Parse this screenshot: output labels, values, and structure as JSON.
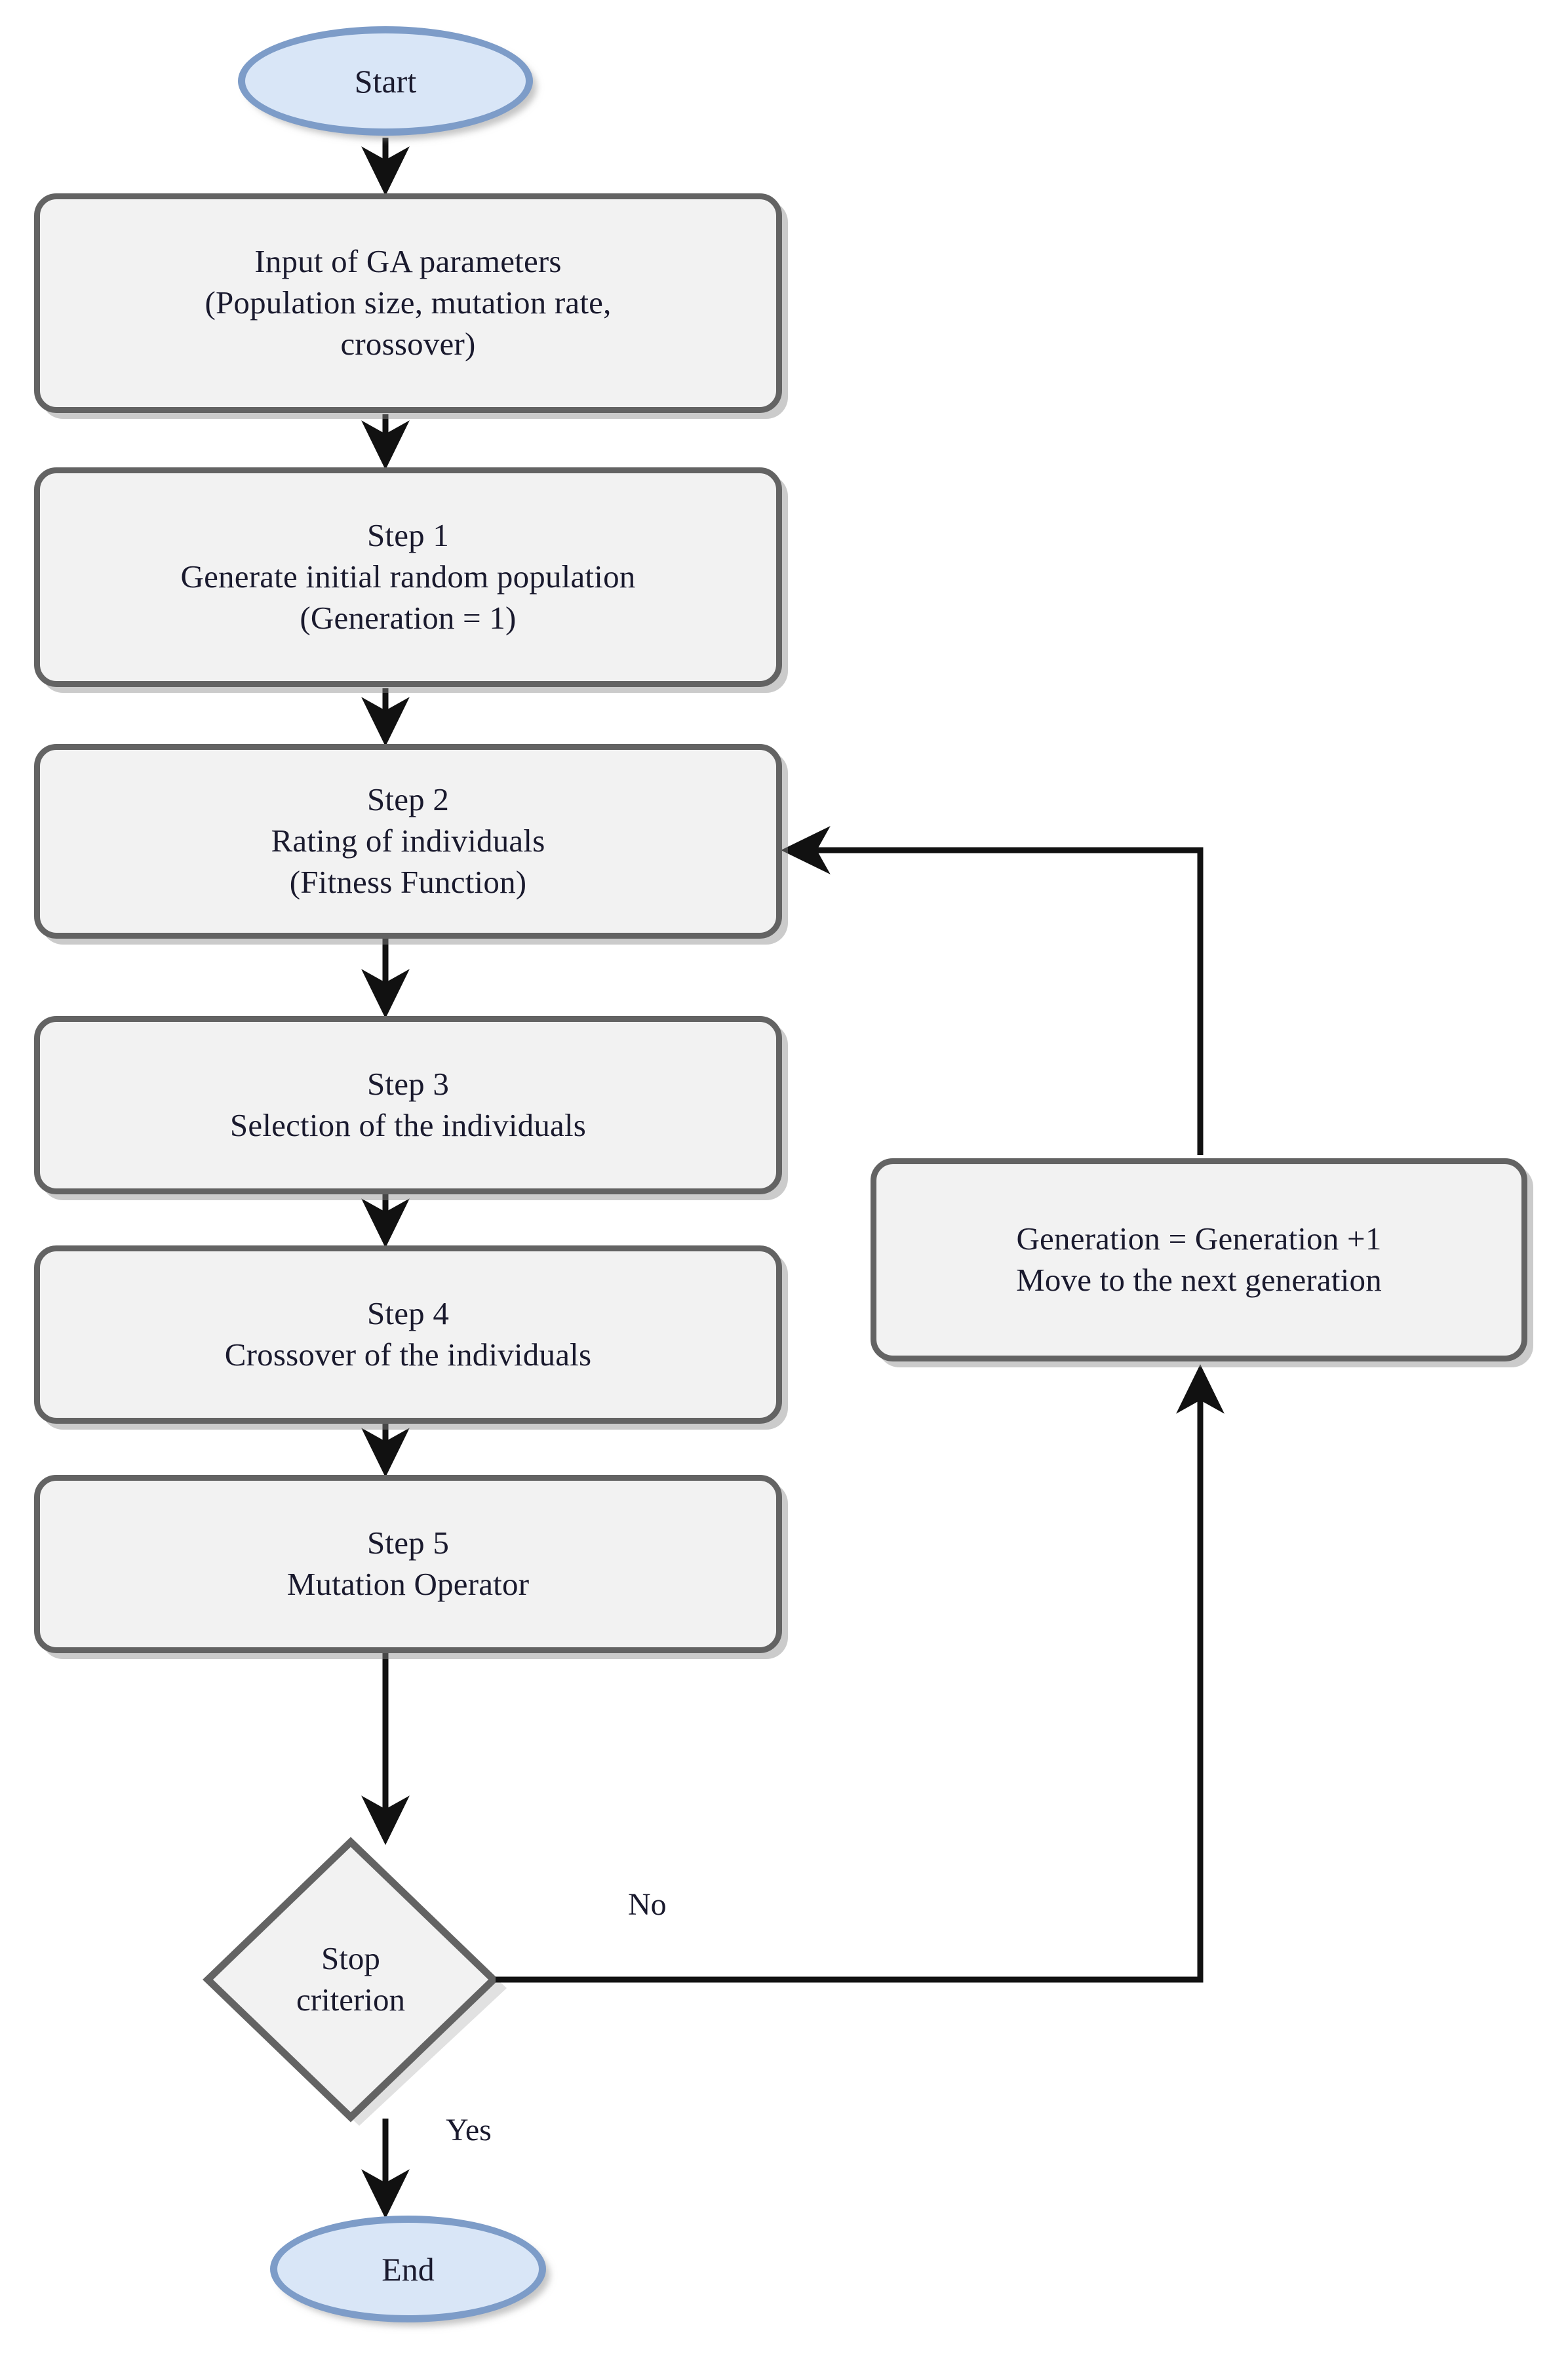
{
  "diagram": {
    "title": "Genetic Algorithm Flowchart",
    "type": "flowchart",
    "colors": {
      "process_fill": "#f2f2f2",
      "process_border": "#636363",
      "terminator_fill": "#d9e6f7",
      "terminator_border": "#7d9cc8",
      "text": "#1a1a2e",
      "connector": "#111111",
      "background": "#ffffff"
    },
    "nodes": {
      "start": {
        "shape": "ellipse",
        "label": "Start"
      },
      "input_params": {
        "shape": "process",
        "lines": [
          "Input of GA parameters",
          "(Population size, mutation rate,",
          "crossover)"
        ]
      },
      "step1": {
        "shape": "process",
        "lines": [
          "Step 1",
          "Generate initial random population",
          "(Generation = 1)"
        ]
      },
      "step2": {
        "shape": "process",
        "lines": [
          "Step 2",
          "Rating of  individuals",
          "(Fitness Function)"
        ]
      },
      "step3": {
        "shape": "process",
        "lines": [
          "Step 3",
          "Selection of the individuals"
        ]
      },
      "step4": {
        "shape": "process",
        "lines": [
          "Step 4",
          "Crossover of the individuals"
        ]
      },
      "step5": {
        "shape": "process",
        "lines": [
          "Step 5",
          "Mutation Operator"
        ]
      },
      "stop_criterion": {
        "shape": "diamond",
        "lines": [
          "Stop",
          "criterion"
        ]
      },
      "next_generation": {
        "shape": "process",
        "lines": [
          "Generation  = Generation +1",
          "Move to the next generation"
        ]
      },
      "end": {
        "shape": "ellipse",
        "label": "End"
      }
    },
    "edge_labels": {
      "no": "No",
      "yes": "Yes"
    },
    "edges": [
      {
        "from": "start",
        "to": "input_params",
        "label": ""
      },
      {
        "from": "input_params",
        "to": "step1",
        "label": ""
      },
      {
        "from": "step1",
        "to": "step2",
        "label": ""
      },
      {
        "from": "step2",
        "to": "step3",
        "label": ""
      },
      {
        "from": "step3",
        "to": "step4",
        "label": ""
      },
      {
        "from": "step4",
        "to": "step5",
        "label": ""
      },
      {
        "from": "step5",
        "to": "stop_criterion",
        "label": ""
      },
      {
        "from": "stop_criterion",
        "to": "next_generation",
        "label": "No"
      },
      {
        "from": "next_generation",
        "to": "step2",
        "label": ""
      },
      {
        "from": "stop_criterion",
        "to": "end",
        "label": "Yes"
      }
    ]
  }
}
